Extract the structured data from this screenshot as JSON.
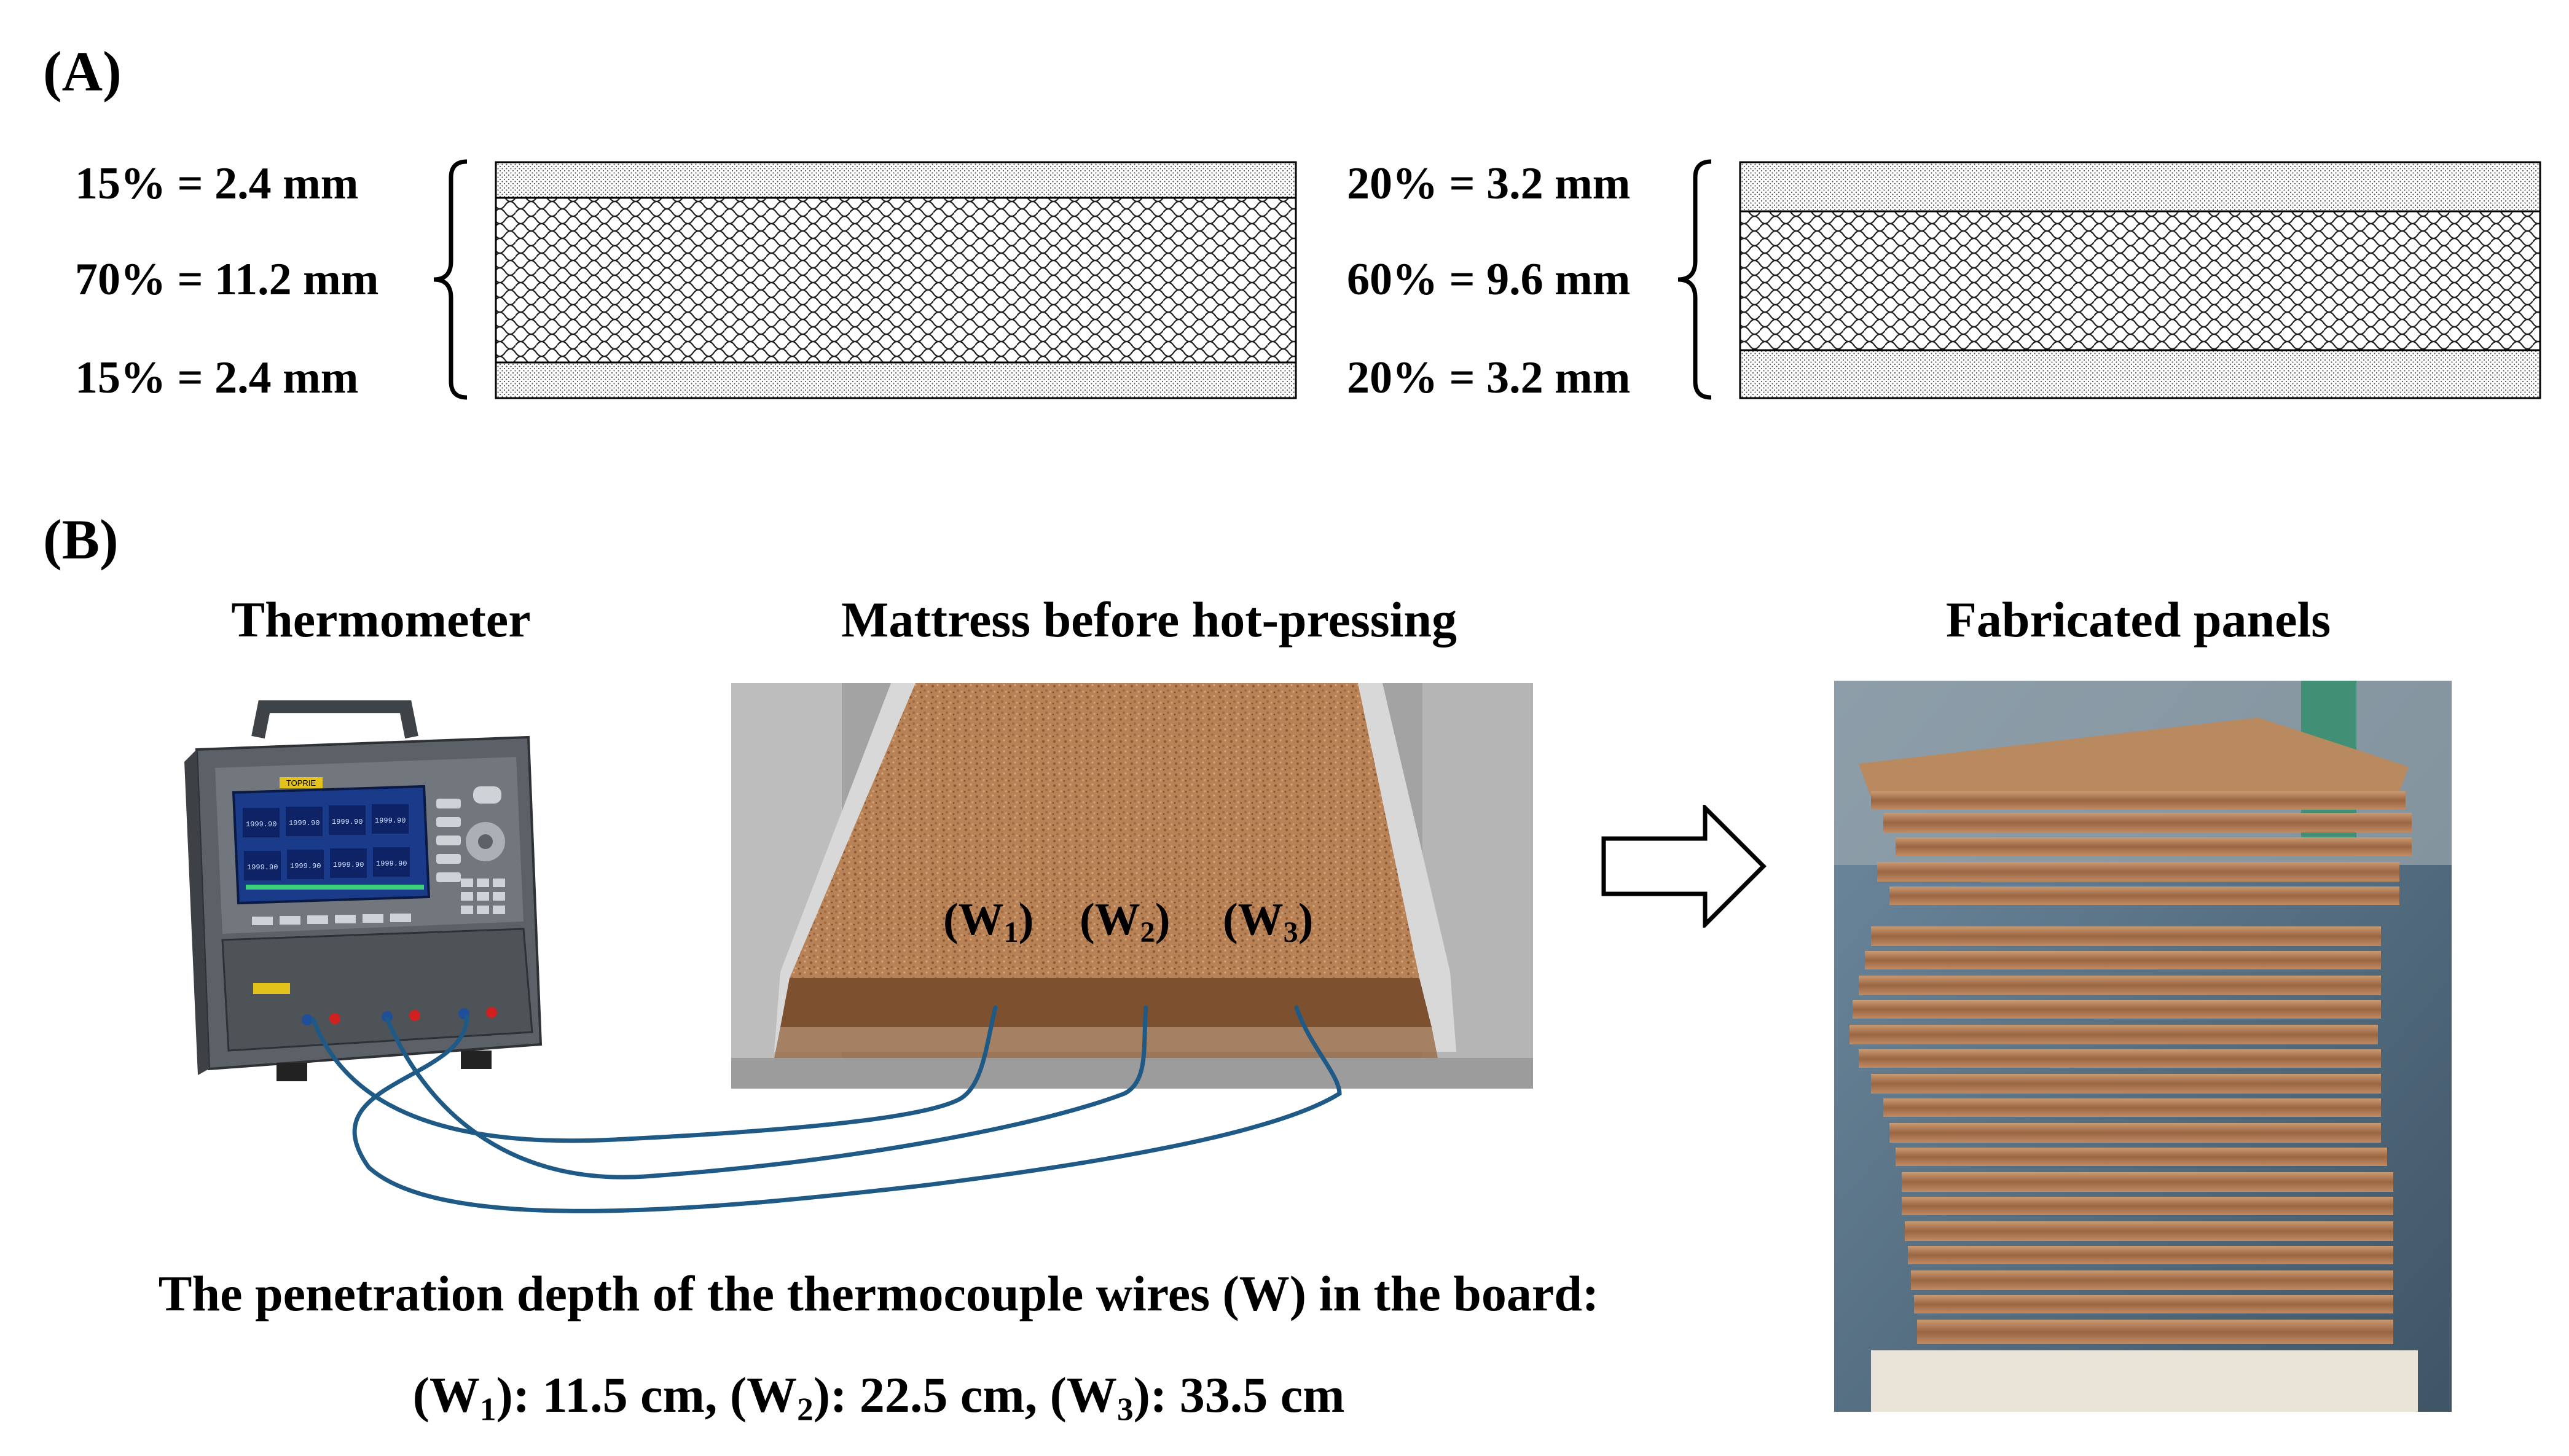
{
  "panel_a": {
    "letter": "(A)",
    "left_board": {
      "layers": [
        {
          "label": "15% = 2.4 mm",
          "fraction": 0.15,
          "kind": "face"
        },
        {
          "label": "70% = 11.2 mm",
          "fraction": 0.7,
          "kind": "core"
        },
        {
          "label": "15% = 2.4 mm",
          "fraction": 0.15,
          "kind": "face"
        }
      ]
    },
    "right_board": {
      "layers": [
        {
          "label": "20% = 3.2 mm",
          "fraction": 0.2,
          "kind": "face"
        },
        {
          "label": "60% = 9.6 mm",
          "fraction": 0.6,
          "kind": "core"
        },
        {
          "label": "20% = 3.2 mm",
          "fraction": 0.2,
          "kind": "face"
        }
      ]
    }
  },
  "panel_b": {
    "letter": "(B)",
    "thermometer_title": "Thermometer",
    "mattress_title": "Mattress before hot-pressing",
    "panels_title": "Fabricated panels",
    "device_brand": "TOPRIE",
    "device_screen_reading": "1999.90",
    "wires": [
      {
        "base": "(W",
        "sub": "1",
        "close": ")"
      },
      {
        "base": "(W",
        "sub": "2",
        "close": ")"
      },
      {
        "base": "(W",
        "sub": "3",
        "close": ")"
      }
    ],
    "caption_line1": "The penetration depth of the thermocouple wires (W) in the board:",
    "caption_line2": [
      {
        "base": "(W",
        "sub": "1",
        "rest": "): 11.5 cm, "
      },
      {
        "base": "(W",
        "sub": "2",
        "rest": "): 22.5 cm, "
      },
      {
        "base": "(W",
        "sub": "3",
        "rest": "): 33.5 cm"
      }
    ]
  },
  "colors": {
    "wire": "#1f5a86",
    "mattress": "#b88256",
    "panel_wood": "#a9764f",
    "device_body": "#5c6167",
    "screen": "#1a3a8a"
  }
}
